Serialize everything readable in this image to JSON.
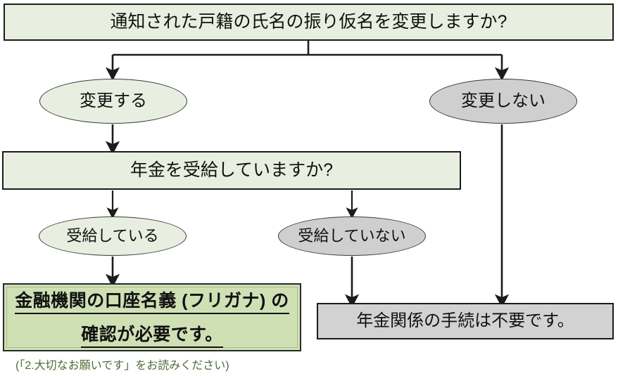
{
  "diagram": {
    "title_question": "通知された戸籍の氏名の振り仮名を変更しますか?",
    "second_question": "年金を受給していますか?",
    "branches": {
      "change_yes": "変更する",
      "change_no": "変更しない",
      "pension_yes": "受給している",
      "pension_no": "受給していない"
    },
    "outcomes": {
      "action_required_line1": "金融機関の口座名義 (フリガナ) の",
      "action_required_line2": "確認が必要です。",
      "no_action_needed": "年金関係の手続は不要です。"
    },
    "caption": "(「2.大切なお願いです」をお読みください)",
    "colors": {
      "light_green_fill": "#e8efe0",
      "emphasis_green_fill": "#cfe0b5",
      "gray_fill": "#d2d2d2",
      "ellipse_gray_fill": "#cfcfcf",
      "line_color": "#1b1b1b",
      "caption_color": "#4d6b33"
    }
  }
}
